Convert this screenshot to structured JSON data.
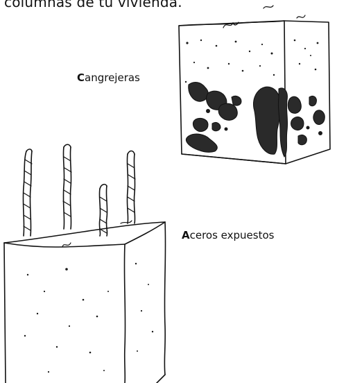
{
  "header": {
    "text": "columnas de tu vivienda."
  },
  "labels": {
    "honeycomb": {
      "initial": "C",
      "rest": "angrejeras"
    },
    "exposed_steel": {
      "initial": "A",
      "rest": "ceros expuestos"
    }
  },
  "colors": {
    "ink": "#111111",
    "background": "#ffffff"
  }
}
